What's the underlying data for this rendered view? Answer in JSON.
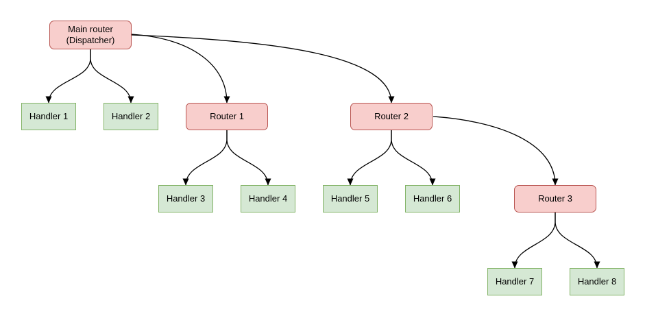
{
  "diagram": {
    "type": "tree",
    "colors": {
      "router_fill": "#f8cecc",
      "router_border": "#b85450",
      "handler_fill": "#d5e8d4",
      "handler_border": "#82b366",
      "edge": "#000000",
      "background": "#ffffff",
      "text": "#000000"
    },
    "nodes": [
      {
        "id": "main-router",
        "type": "router",
        "label": "Main router\n(Dispatcher)"
      },
      {
        "id": "handler-1",
        "type": "handler",
        "label": "Handler 1"
      },
      {
        "id": "handler-2",
        "type": "handler",
        "label": "Handler 2"
      },
      {
        "id": "router-1",
        "type": "router",
        "label": "Router 1"
      },
      {
        "id": "router-2",
        "type": "router",
        "label": "Router 2"
      },
      {
        "id": "handler-3",
        "type": "handler",
        "label": "Handler 3"
      },
      {
        "id": "handler-4",
        "type": "handler",
        "label": "Handler 4"
      },
      {
        "id": "handler-5",
        "type": "handler",
        "label": "Handler 5"
      },
      {
        "id": "handler-6",
        "type": "handler",
        "label": "Handler 6"
      },
      {
        "id": "router-3",
        "type": "router",
        "label": "Router 3"
      },
      {
        "id": "handler-7",
        "type": "handler",
        "label": "Handler 7"
      },
      {
        "id": "handler-8",
        "type": "handler",
        "label": "Handler 8"
      }
    ],
    "edges": [
      {
        "from": "main-router",
        "to": "handler-1"
      },
      {
        "from": "main-router",
        "to": "handler-2"
      },
      {
        "from": "main-router",
        "to": "router-1"
      },
      {
        "from": "main-router",
        "to": "router-2"
      },
      {
        "from": "router-1",
        "to": "handler-3"
      },
      {
        "from": "router-1",
        "to": "handler-4"
      },
      {
        "from": "router-2",
        "to": "handler-5"
      },
      {
        "from": "router-2",
        "to": "handler-6"
      },
      {
        "from": "router-2",
        "to": "router-3"
      },
      {
        "from": "router-3",
        "to": "handler-7"
      },
      {
        "from": "router-3",
        "to": "handler-8"
      }
    ]
  }
}
